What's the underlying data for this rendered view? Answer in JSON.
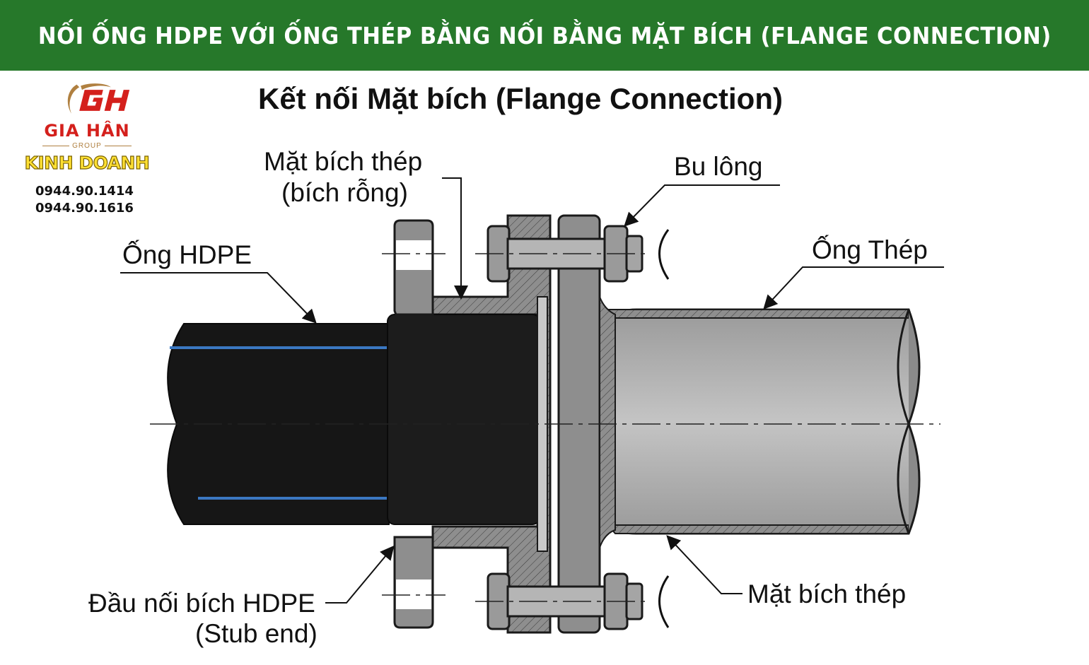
{
  "banner": {
    "title": "NỐI ỐNG HDPE VỚI ỐNG THÉP BẰNG NỐI BẰNG MẶT BÍCH (FLANGE CONNECTION)",
    "background_color": "#26782a"
  },
  "logo": {
    "monogram": "GH",
    "company": "GIA HÂN",
    "group": "GROUP",
    "department": "KINH DOANH",
    "phones": [
      "0944.90.1414",
      "0944.90.1616"
    ],
    "brand_red": "#d4201c",
    "accent_gold": "#b08040",
    "kd_yellow": "#ffe033"
  },
  "diagram": {
    "title": "Kết nối Mặt bích (Flange Connection)",
    "labels": {
      "steel_flange_line1": "Mặt bích thép",
      "steel_flange_line2": "(bích rỗng)",
      "bolt": "Bu lông",
      "hdpe_pipe": "Ống HDPE",
      "steel_pipe": "Ống Thép",
      "stub_end_line1": "Đầu nối bích HDPE",
      "stub_end_line2": "(Stub end)",
      "steel_flange_right": "Mặt bích thép"
    },
    "colors": {
      "hdpe_black": "#161616",
      "hdpe_stripe": "#3b78c2",
      "steel_gray": "#8e8e8e",
      "steel_light": "#b9b9b9",
      "outline": "#1a1a1a"
    }
  }
}
